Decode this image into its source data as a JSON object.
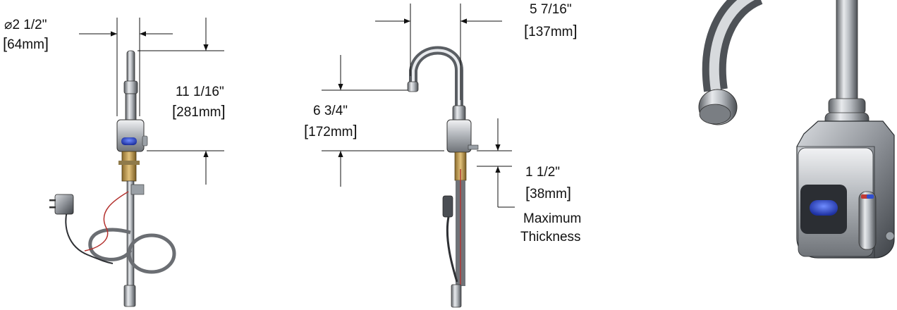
{
  "dimensions": {
    "spout_diameter": {
      "symbol": "⌀",
      "imperial": "2 1/2\"",
      "metric": "64mm"
    },
    "overall_height": {
      "imperial": "11 1/16\"",
      "metric": "281mm"
    },
    "spout_reach": {
      "imperial": "5 7/16\"",
      "metric": "137mm"
    },
    "spout_height": {
      "imperial": "6 3/4\"",
      "metric": "172mm"
    },
    "deck_thickness": {
      "imperial": "1 1/2\"",
      "metric": "38mm",
      "note_line1": "Maximum",
      "note_line2": "Thickness"
    }
  },
  "colors": {
    "chrome_light": "#e4e6e9",
    "chrome_mid": "#a9adb3",
    "chrome_dark": "#4d5156",
    "sensor_blue": "#2f4fd0",
    "brass": "#c9a35a",
    "hose": "#6b6e73",
    "wire_red": "#b4322f",
    "line": "#111111"
  },
  "icons": [
    "faucet-front-view",
    "faucet-side-view",
    "faucet-perspective-view",
    "power-adapter-icon",
    "sensor-window-icon"
  ]
}
